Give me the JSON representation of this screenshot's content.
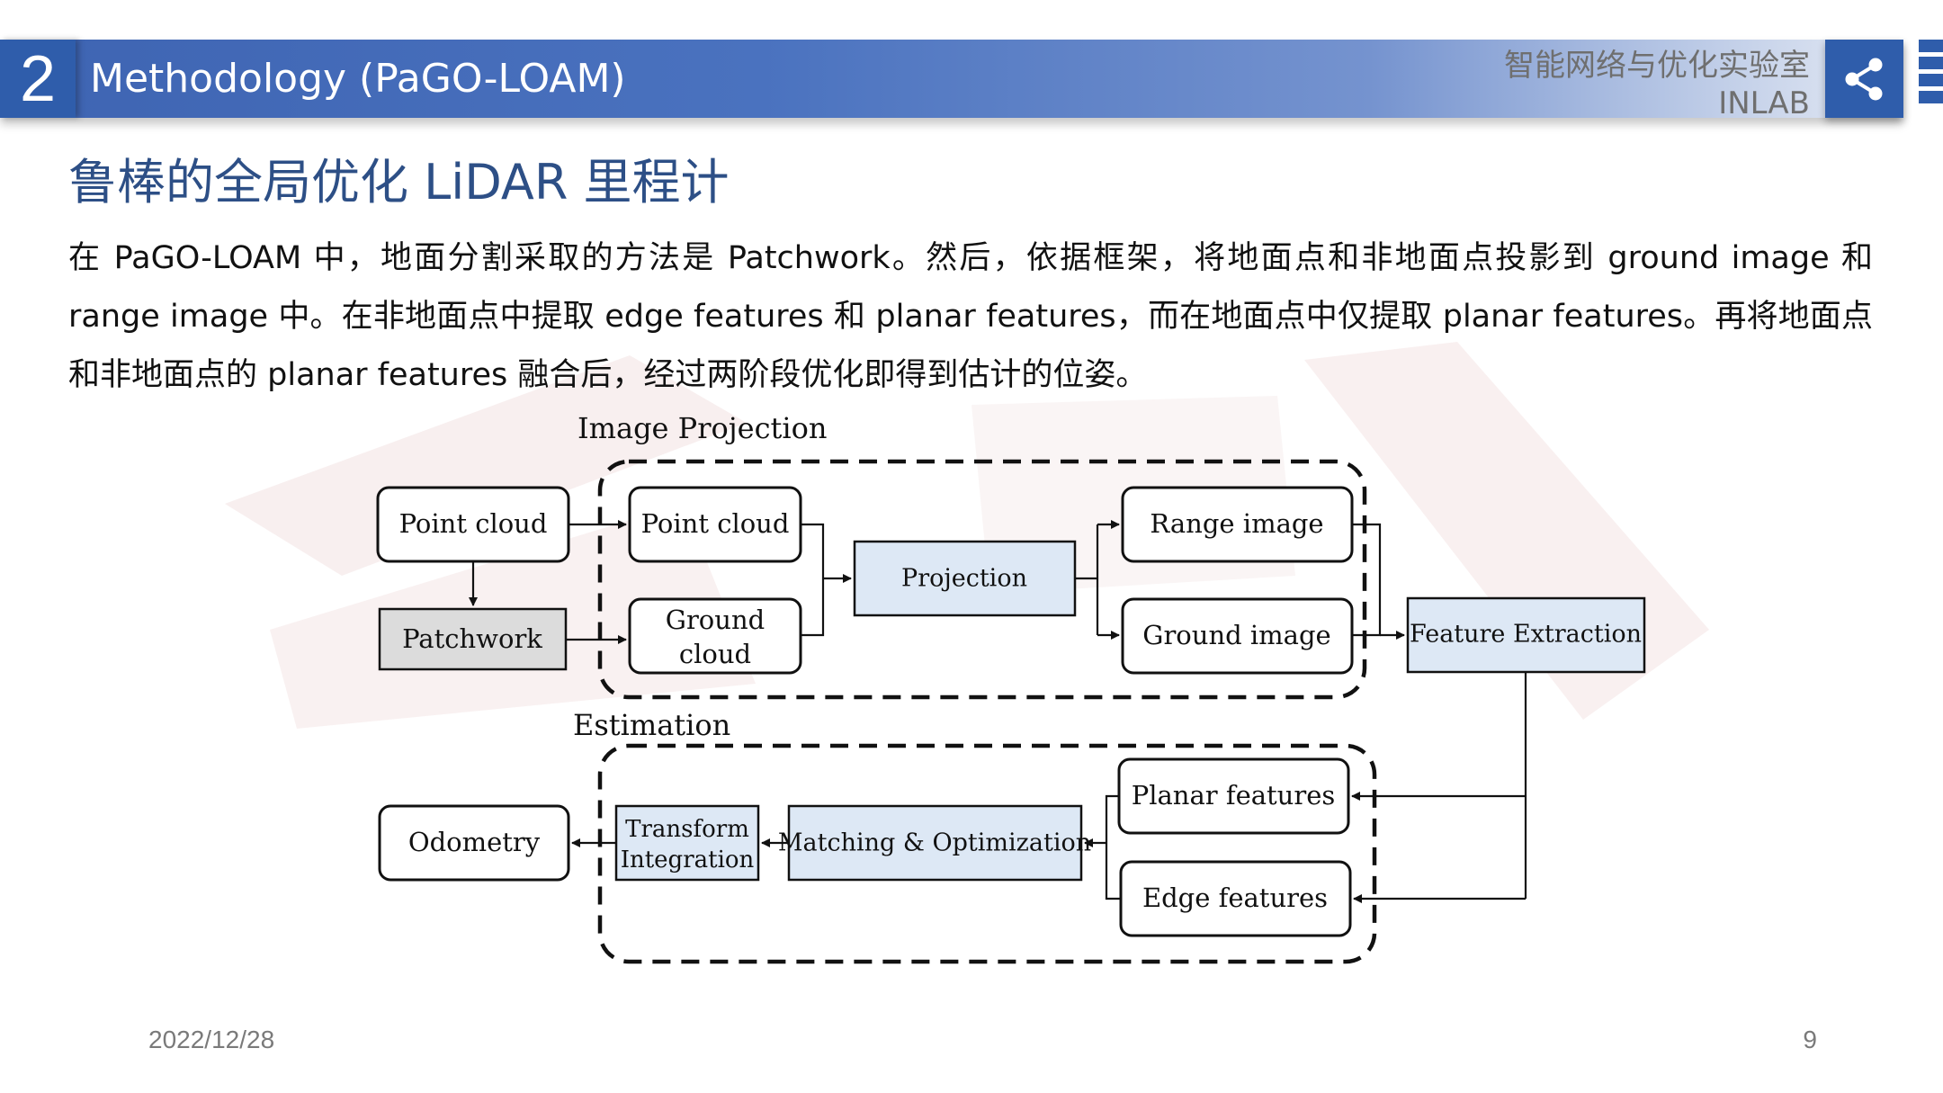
{
  "header": {
    "section_number": "2",
    "title": "Methodology (PaGO-LOAM)",
    "lab_name_cn": "智能网络与优化实验室",
    "lab_name_en": "INLAB",
    "share_icon": "share-icon"
  },
  "subtitle": "鲁棒的全局优化 LiDAR 里程计",
  "paragraph": "在 PaGO-LOAM 中，地面分割采取的方法是 Patchwork。然后，依据框架，将地面点和非地面点投影到 ground image 和 range image 中。在非地面点中提取 edge features 和 planar features，而在地面点中仅提取 planar features。再将地面点和非地面点的 planar features 融合后，经过两阶段优化即得到估计的位姿。",
  "diagram": {
    "group_image_projection": "Image Projection",
    "group_estimation": "Estimation",
    "nodes": {
      "point_cloud_input": "Point cloud",
      "patchwork": "Patchwork",
      "point_cloud": "Point cloud",
      "ground_cloud_line1": "Ground",
      "ground_cloud_line2": "cloud",
      "projection": "Projection",
      "range_image": "Range image",
      "ground_image": "Ground image",
      "feature_extraction": "Feature Extraction",
      "planar_features": "Planar features",
      "edge_features": "Edge features",
      "matching_optimization": "Matching & Optimization",
      "transform_integration_line1": "Transform",
      "transform_integration_line2": "Integration",
      "odometry": "Odometry"
    },
    "colors": {
      "light_blue_fill": "#dde8f5",
      "gray_fill": "#dcdcdc",
      "stroke": "#111111"
    }
  },
  "footer": {
    "date": "2022/12/28",
    "page": "9"
  }
}
